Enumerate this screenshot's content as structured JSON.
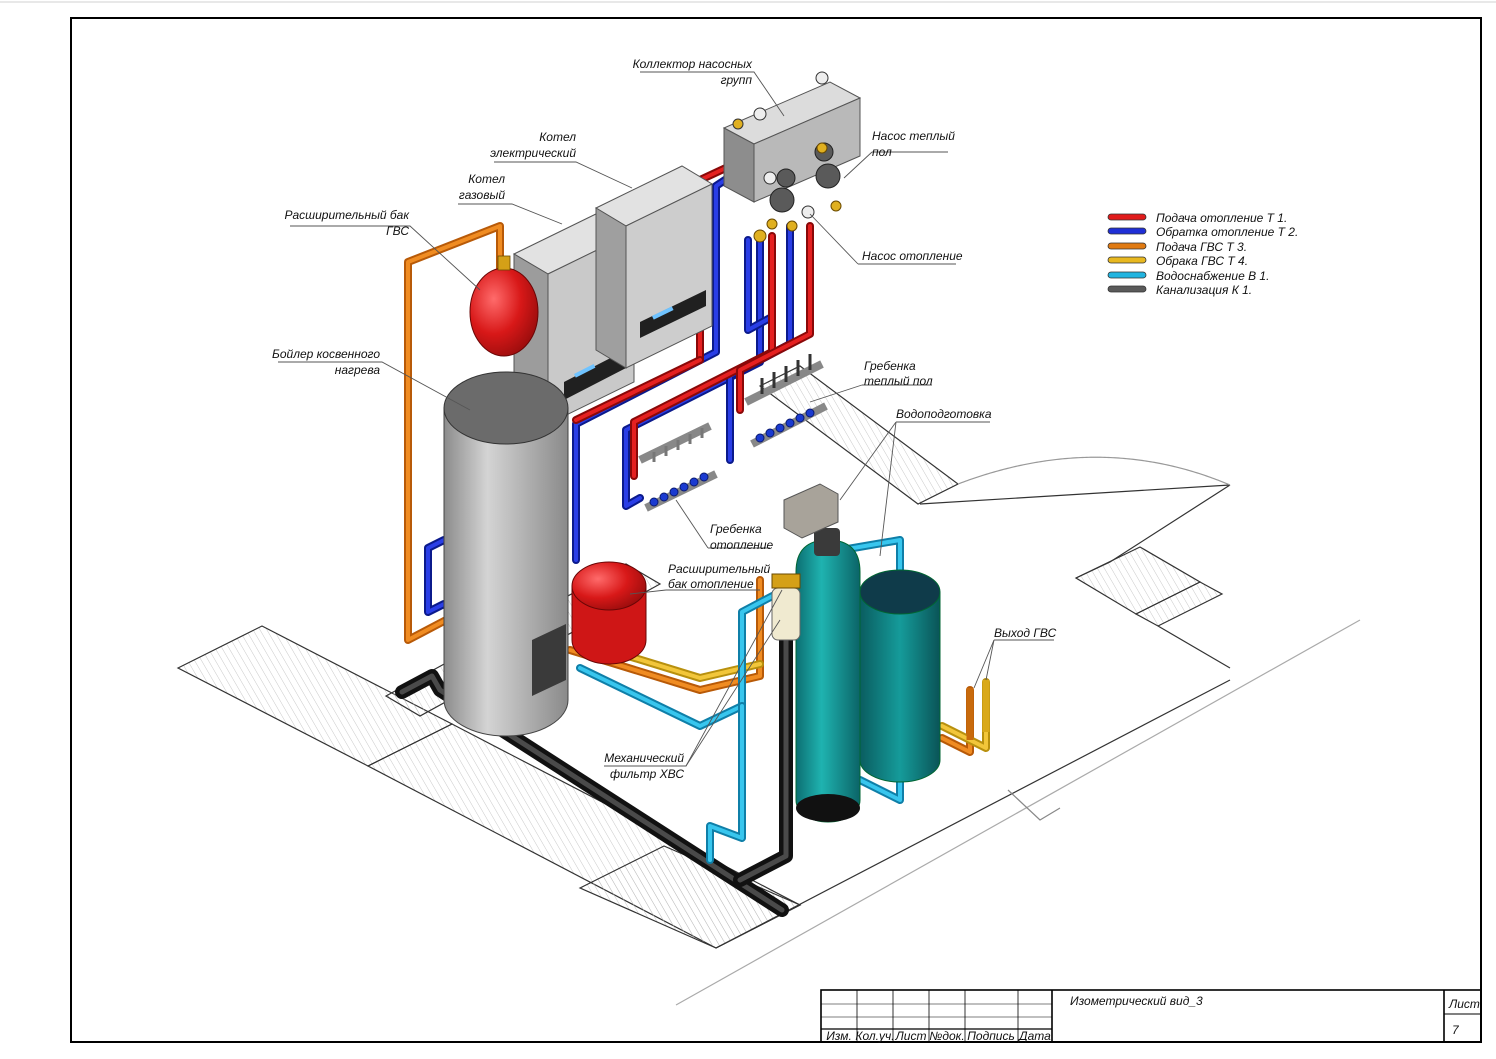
{
  "labels": {
    "collector": [
      "Коллектор насосных",
      "групп"
    ],
    "boiler_electric": [
      "Котел",
      "электрический"
    ],
    "boiler_gas": [
      "Котел",
      "газовый"
    ],
    "exp_tank_dhw": [
      "Расширительный бак",
      "ГВС"
    ],
    "pump_floor": [
      "Насос теплый",
      "пол"
    ],
    "pump_heating": [
      "Насос отопление"
    ],
    "indirect_boiler": [
      "Бойлер косвенного",
      "нагрева"
    ],
    "manifold_floor": [
      "Гребенка",
      "теплый пол"
    ],
    "water_treatment": [
      "Водоподготовка"
    ],
    "manifold_heating": [
      "Гребенка",
      "отопление"
    ],
    "exp_tank_heating": [
      "Расширительный",
      "бак отопление"
    ],
    "dhw_outlet": [
      "Выход ГВС"
    ],
    "mech_filter": [
      "Механический",
      "фильтр ХВС"
    ]
  },
  "legend": [
    {
      "label": "Подача отопление Т 1.",
      "color": "#e01b1b"
    },
    {
      "label": "Обратка отопление Т 2.",
      "color": "#1f2fd6"
    },
    {
      "label": "Подача ГВС  Т 3.",
      "color": "#e07a12"
    },
    {
      "label": "Обрака ГВС  Т 4.",
      "color": "#e8b820"
    },
    {
      "label": "Водоснабжение В 1.",
      "color": "#22b4e0"
    },
    {
      "label": "Канализация К 1.",
      "color": "#5a5a5a"
    }
  ],
  "title_block": {
    "title": "Изометрический вид_3",
    "columns": [
      "Изм.",
      "Кол.уч.",
      "Лист",
      "№док.",
      "Подпись",
      "Дата"
    ],
    "sheet_label": "Лист",
    "sheet_number": "7"
  }
}
